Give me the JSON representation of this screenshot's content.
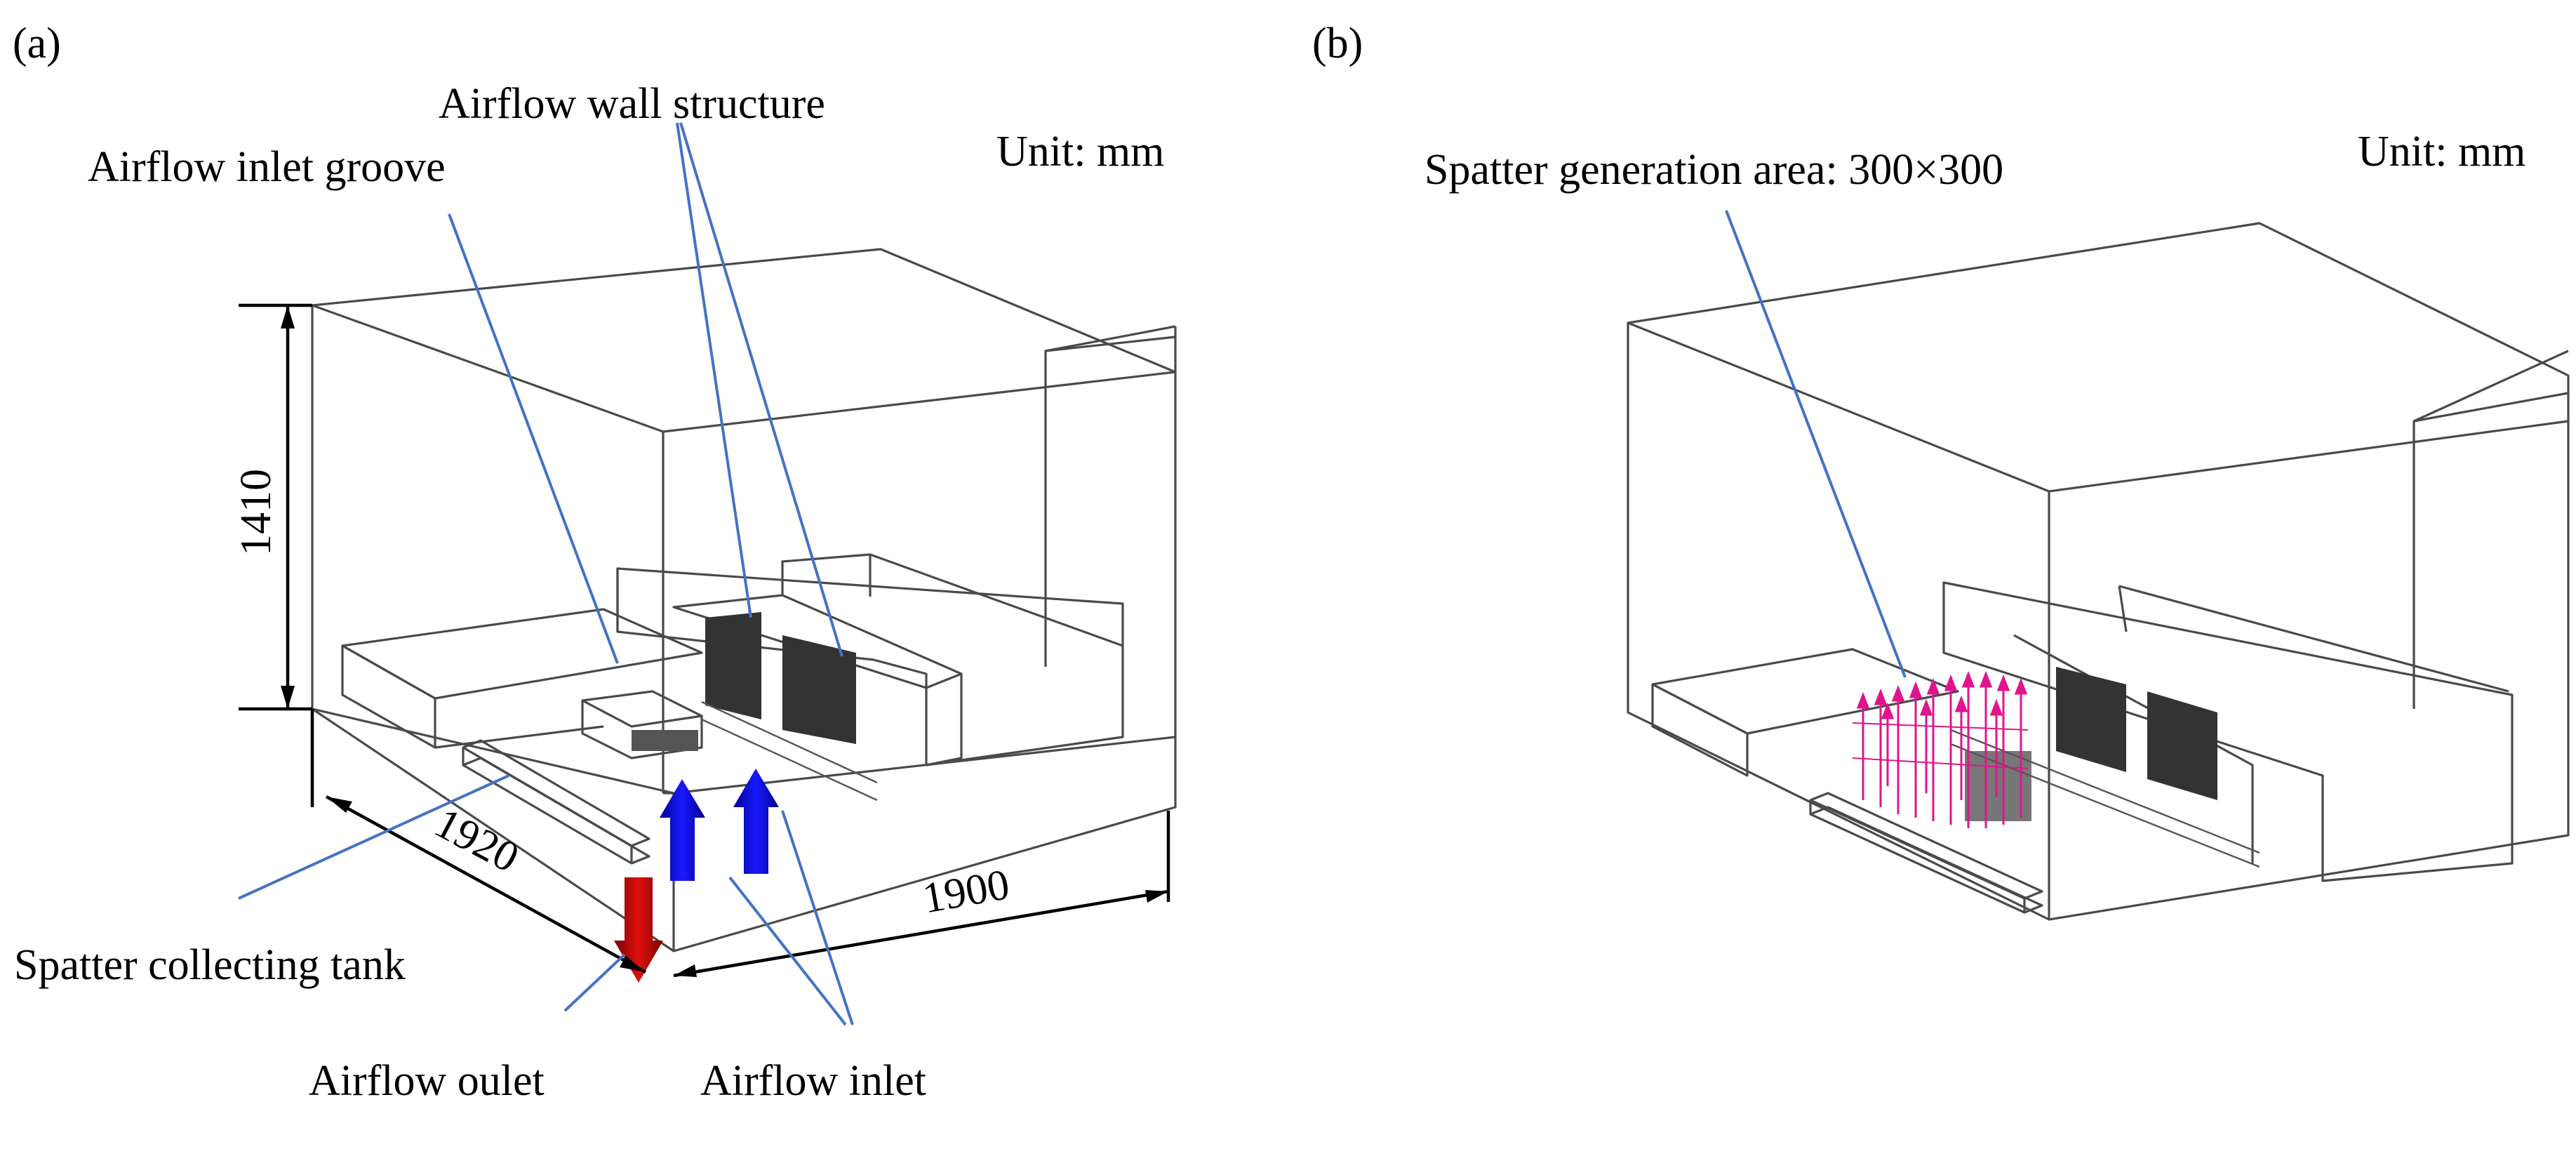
{
  "panel_a": {
    "tag": "(a)",
    "unit": "Unit: mm",
    "dimensions": {
      "height": "1410",
      "width": "1920",
      "depth": "1900"
    },
    "labels": {
      "inlet_groove": "Airflow inlet groove",
      "wall_structure": "Airflow wall structure",
      "collecting_tank": "Spatter collecting tank",
      "outlet": "Airflow oulet",
      "inlet": "Airflow inlet"
    },
    "colors": {
      "outlet_arrow": "#c00000",
      "inlet_arrow": "#0000e0",
      "leader": "#4472c4",
      "wall_panel": "#333333"
    }
  },
  "panel_b": {
    "tag": "(b)",
    "unit": "Unit: mm",
    "labels": {
      "generation_area": "Spatter generation area: 300×300"
    },
    "colors": {
      "spatter": "#e0148c",
      "leader": "#4472c4"
    }
  }
}
